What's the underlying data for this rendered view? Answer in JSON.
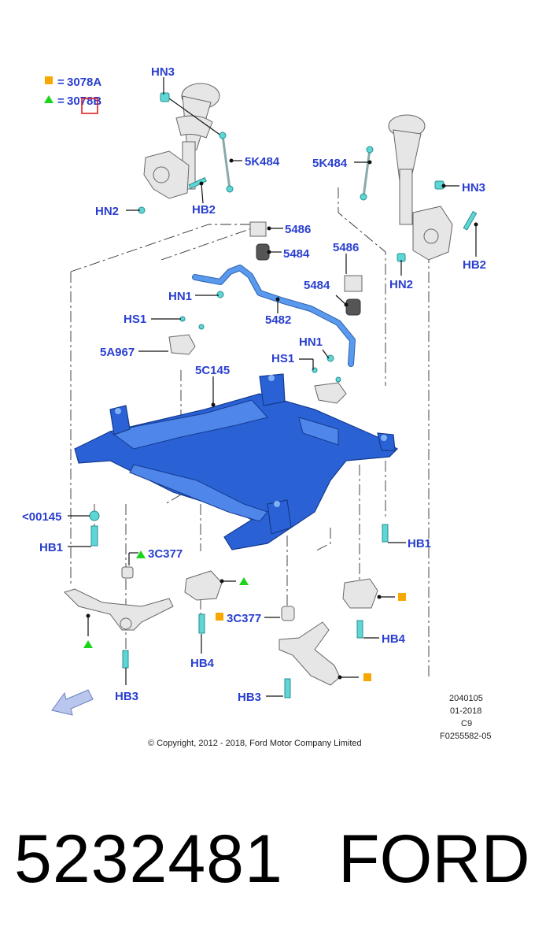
{
  "legend": {
    "square_code": "3078A",
    "triangle_code": "3078B",
    "square_color": "#f6a800",
    "triangle_color": "#1ad61a"
  },
  "labels": {
    "hn3_left": "HN3",
    "hn3_right": "HN3",
    "k5484_left": "5K484",
    "k5484_right": "5K484",
    "hn2_left": "HN2",
    "hn2_right": "HN2",
    "hb2_left": "HB2",
    "hb2_right": "HB2",
    "b5486_left": "5486",
    "b5486_right": "5486",
    "b5484_left": "5484",
    "b5484_right": "5484",
    "hn1_left": "HN1",
    "hn1_right": "HN1",
    "bar5482": "5482",
    "hs1_left": "HS1",
    "hs1_right": "HS1",
    "a5a967": "5A967",
    "c5c145": "5C145",
    "w00145": "<00145",
    "hb1_left": "HB1",
    "hb1_right": "HB1",
    "c3c377_left": "3C377",
    "c3c377_right": "3C377",
    "hb4_left": "HB4",
    "hb4_right": "HB4",
    "hb3_left": "HB3",
    "hb3_right": "HB3"
  },
  "meta": {
    "code_1": "2040105",
    "code_2": "01-2018",
    "code_3": "C9",
    "code_4": "F0255582-05",
    "copyright": "© Copyright, 2012 - 2018, Ford Motor Company Limited"
  },
  "footer": {
    "part_number": "5232481",
    "brand": "FORD"
  },
  "icons": {
    "direction_arrow": "arrow-icon",
    "square_marker": "square-marker-icon",
    "triangle_marker": "triangle-marker-icon"
  }
}
